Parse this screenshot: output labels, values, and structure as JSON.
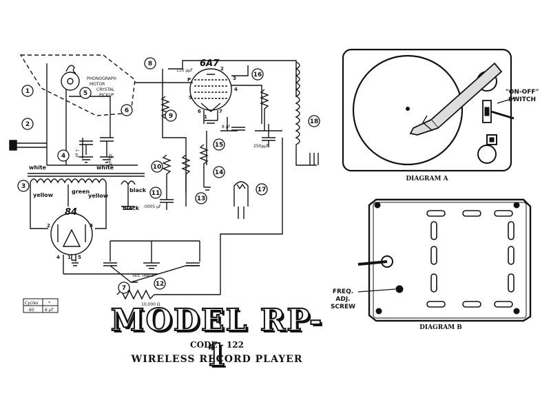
{
  "title": "MODEL RP-1",
  "code": "CODE - 122",
  "subtitle": "WIRELESS RECORD PLAYER",
  "diagram_a": {
    "caption": "DIAGRAM A",
    "switch_label_1": "\"ON-OFF\"",
    "switch_label_2": "SWITCH"
  },
  "diagram_b": {
    "caption": "DIAGRAM B",
    "freq_1": "FREQ.",
    "freq_2": "ADJ.",
    "freq_3": "SCREW"
  },
  "schematic": {
    "tube_main": "6A7",
    "tube_rect": "84",
    "phonograph_1": "PHONOGRAPH",
    "phonograph_2": "MOTOR",
    "crystal_1": "CRYSTAL",
    "crystal_2": "PICKUP",
    "wire_white_left": "white",
    "wire_white_right": "white",
    "wire_yellow_left": "yellow",
    "wire_green": "green",
    "wire_yellow_right": "yellow",
    "wire_black_1": "black",
    "wire_black_2": "black",
    "cap_top": "110 μμf",
    "cap_250": "250μμf",
    "cap_1": ".1 μf",
    "cap_0005": ".0005 μf",
    "cap_01": ".01 μf",
    "cap_8": "8 μf",
    "res_10000": "10,000 Ω",
    "see_table": "SEE TABLE",
    "cycles_hdr": "Cycles",
    "cycles_star": "*",
    "cycles_60": "60",
    "cycles_val": "6 μf",
    "pins": {
      "p1": "1",
      "p2": "2",
      "p3": "3",
      "p4": "4",
      "p5": "5",
      "p6": "6",
      "p7": "7",
      "pP": "P",
      "r2": "2",
      "r3": "3",
      "r4": "4",
      "r1": "1",
      "r5": "5"
    },
    "callouts": [
      "1",
      "2",
      "3",
      "4",
      "5",
      "6",
      "7",
      "8",
      "9",
      "10",
      "11",
      "12",
      "13",
      "14",
      "15",
      "16",
      "17",
      "18"
    ]
  }
}
